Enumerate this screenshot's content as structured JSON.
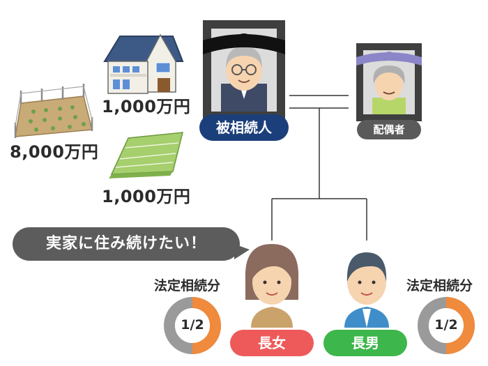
{
  "assets": {
    "house_value": "1,000万円",
    "land_value": "8,000万円",
    "cash_value": "1,000万円"
  },
  "persons": {
    "deceased_label": "被相続人",
    "spouse_label": "配偶者",
    "daughter_label": "長女",
    "son_label": "長男"
  },
  "speech": "実家に住み続けたい！",
  "shares": {
    "daughter": {
      "caption": "法定相続分",
      "fraction": "1/2",
      "value": 0.5
    },
    "son": {
      "caption": "法定相続分",
      "fraction": "1/2",
      "value": 0.5
    }
  },
  "colors": {
    "deceased_badge": "#1b3f7a",
    "spouse_badge": "#5a5a5a",
    "daughter_badge": "#ee5a5a",
    "son_badge": "#3db64b",
    "share_fill": "#f08a3c",
    "share_rest": "#9a9a9a"
  }
}
